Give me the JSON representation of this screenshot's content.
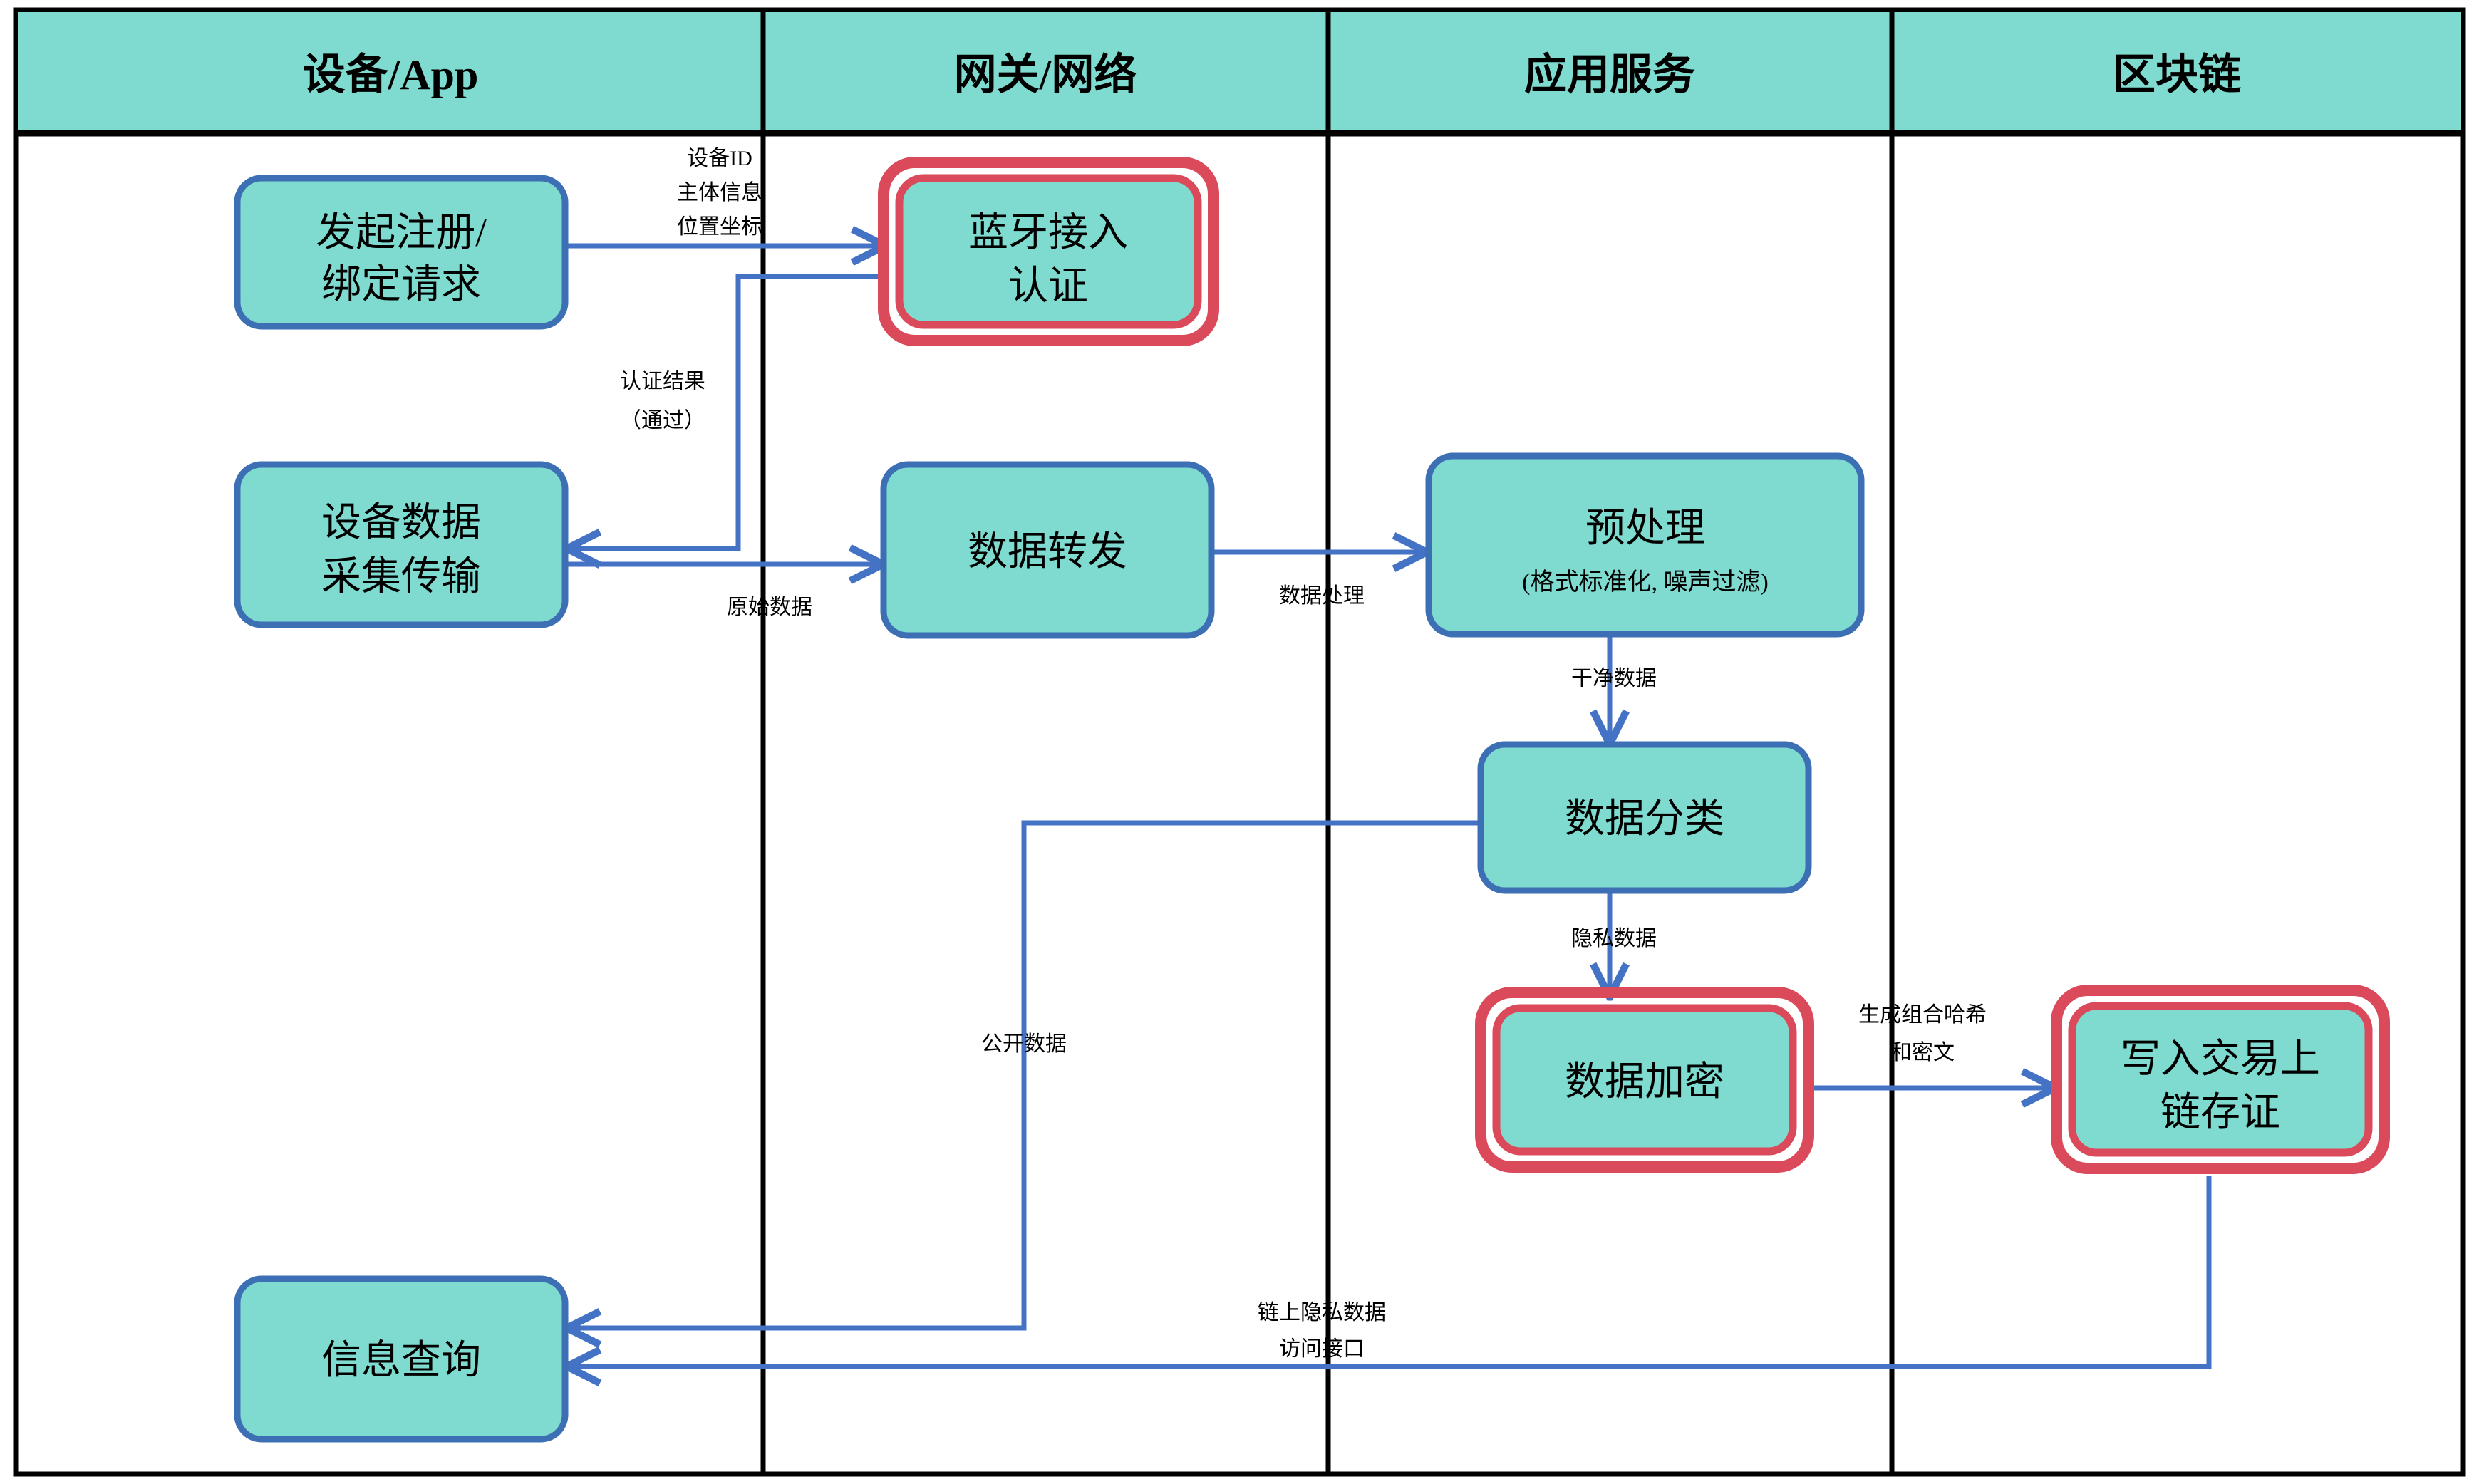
{
  "diagram": {
    "type": "swimlane-flowchart",
    "background": "#ffffff",
    "colors": {
      "lane_header_fill": "#7FDBD0",
      "node_fill": "#7FDBD0",
      "node_border": "#3C6FB4",
      "highlight_border": "#DB4A5B",
      "arrow": "#4472C4",
      "frame": "#000000"
    },
    "lanes": [
      {
        "id": "lane-device",
        "title": "设备/App"
      },
      {
        "id": "lane-gateway",
        "title": "网关/网络"
      },
      {
        "id": "lane-appservice",
        "title": "应用服务"
      },
      {
        "id": "lane-blockchain",
        "title": "区块链"
      }
    ],
    "nodes": [
      {
        "id": "node-register",
        "lane": "lane-device",
        "label_line1": "发起注册/",
        "label_line2": "绑定请求",
        "highlight": false
      },
      {
        "id": "node-bt-auth",
        "lane": "lane-gateway",
        "label_line1": "蓝牙接入",
        "label_line2": "认证",
        "highlight": true
      },
      {
        "id": "node-collect",
        "lane": "lane-device",
        "label_line1": "设备数据",
        "label_line2": "采集传输",
        "highlight": false
      },
      {
        "id": "node-forward",
        "lane": "lane-gateway",
        "label_line1": "数据转发",
        "label_line2": "",
        "highlight": false
      },
      {
        "id": "node-preprocess",
        "lane": "lane-appservice",
        "label_line1": "预处理",
        "label_line2": "",
        "sub": "(格式标准化, 噪声过滤)",
        "highlight": false
      },
      {
        "id": "node-classify",
        "lane": "lane-appservice",
        "label_line1": "数据分类",
        "label_line2": "",
        "highlight": false
      },
      {
        "id": "node-encrypt",
        "lane": "lane-appservice",
        "label_line1": "数据加密",
        "label_line2": "",
        "highlight": true
      },
      {
        "id": "node-onchain",
        "lane": "lane-blockchain",
        "label_line1": "写入交易上",
        "label_line2": "链存证",
        "highlight": true
      },
      {
        "id": "node-query",
        "lane": "lane-device",
        "label_line1": "信息查询",
        "label_line2": "",
        "highlight": false,
        "font": "sans"
      }
    ],
    "edges": [
      {
        "id": "edge-register-to-btauth",
        "from": "node-register",
        "to": "node-bt-auth",
        "label_lines": [
          "设备ID",
          "主体信息",
          "位置坐标"
        ]
      },
      {
        "id": "edge-btauth-to-collect",
        "from": "node-bt-auth",
        "to": "node-collect",
        "label_lines": [
          "认证结果",
          "（通过）"
        ]
      },
      {
        "id": "edge-collect-to-forward",
        "from": "node-collect",
        "to": "node-forward",
        "label_lines": [
          "原始数据"
        ]
      },
      {
        "id": "edge-forward-to-pre",
        "from": "node-forward",
        "to": "node-preprocess",
        "label_lines": [
          "数据处理"
        ]
      },
      {
        "id": "edge-pre-to-classify",
        "from": "node-preprocess",
        "to": "node-classify",
        "label_lines": [
          "干净数据"
        ]
      },
      {
        "id": "edge-classify-to-encrypt",
        "from": "node-classify",
        "to": "node-encrypt",
        "label_lines": [
          "隐私数据"
        ]
      },
      {
        "id": "edge-encrypt-to-onchain",
        "from": "node-encrypt",
        "to": "node-onchain",
        "label_lines": [
          "生成组合哈希",
          "和密文"
        ]
      },
      {
        "id": "edge-classify-to-query",
        "from": "node-classify",
        "to": "node-query",
        "label_lines": [
          "公开数据"
        ]
      },
      {
        "id": "edge-onchain-to-query",
        "from": "node-onchain",
        "to": "node-query",
        "label_lines": [
          "链上隐私数据",
          "访问接口"
        ]
      }
    ]
  }
}
